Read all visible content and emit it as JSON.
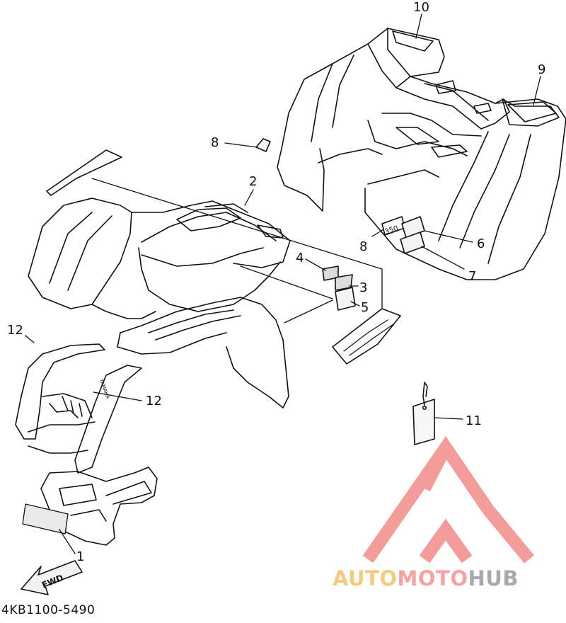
{
  "diagram": {
    "callouts": [
      "10",
      "9",
      "8",
      "2",
      "8",
      "6",
      "7",
      "4",
      "3",
      "5",
      "12",
      "12",
      "11",
      "1"
    ],
    "decal_texts": {
      "decal_350": "350",
      "fwd_arrow": "FWD",
      "guard_brand": "YAMAHA"
    },
    "part_code": "4KB1100-5490",
    "watermark": {
      "part1": "AUTO",
      "part2": "MOTO",
      "part3": "HUB"
    }
  },
  "colors": {
    "line": "#111111",
    "watermark_red": "#f28b8b",
    "watermark_orange": "#f5c97e",
    "watermark_grey": "#a9a9a9"
  }
}
